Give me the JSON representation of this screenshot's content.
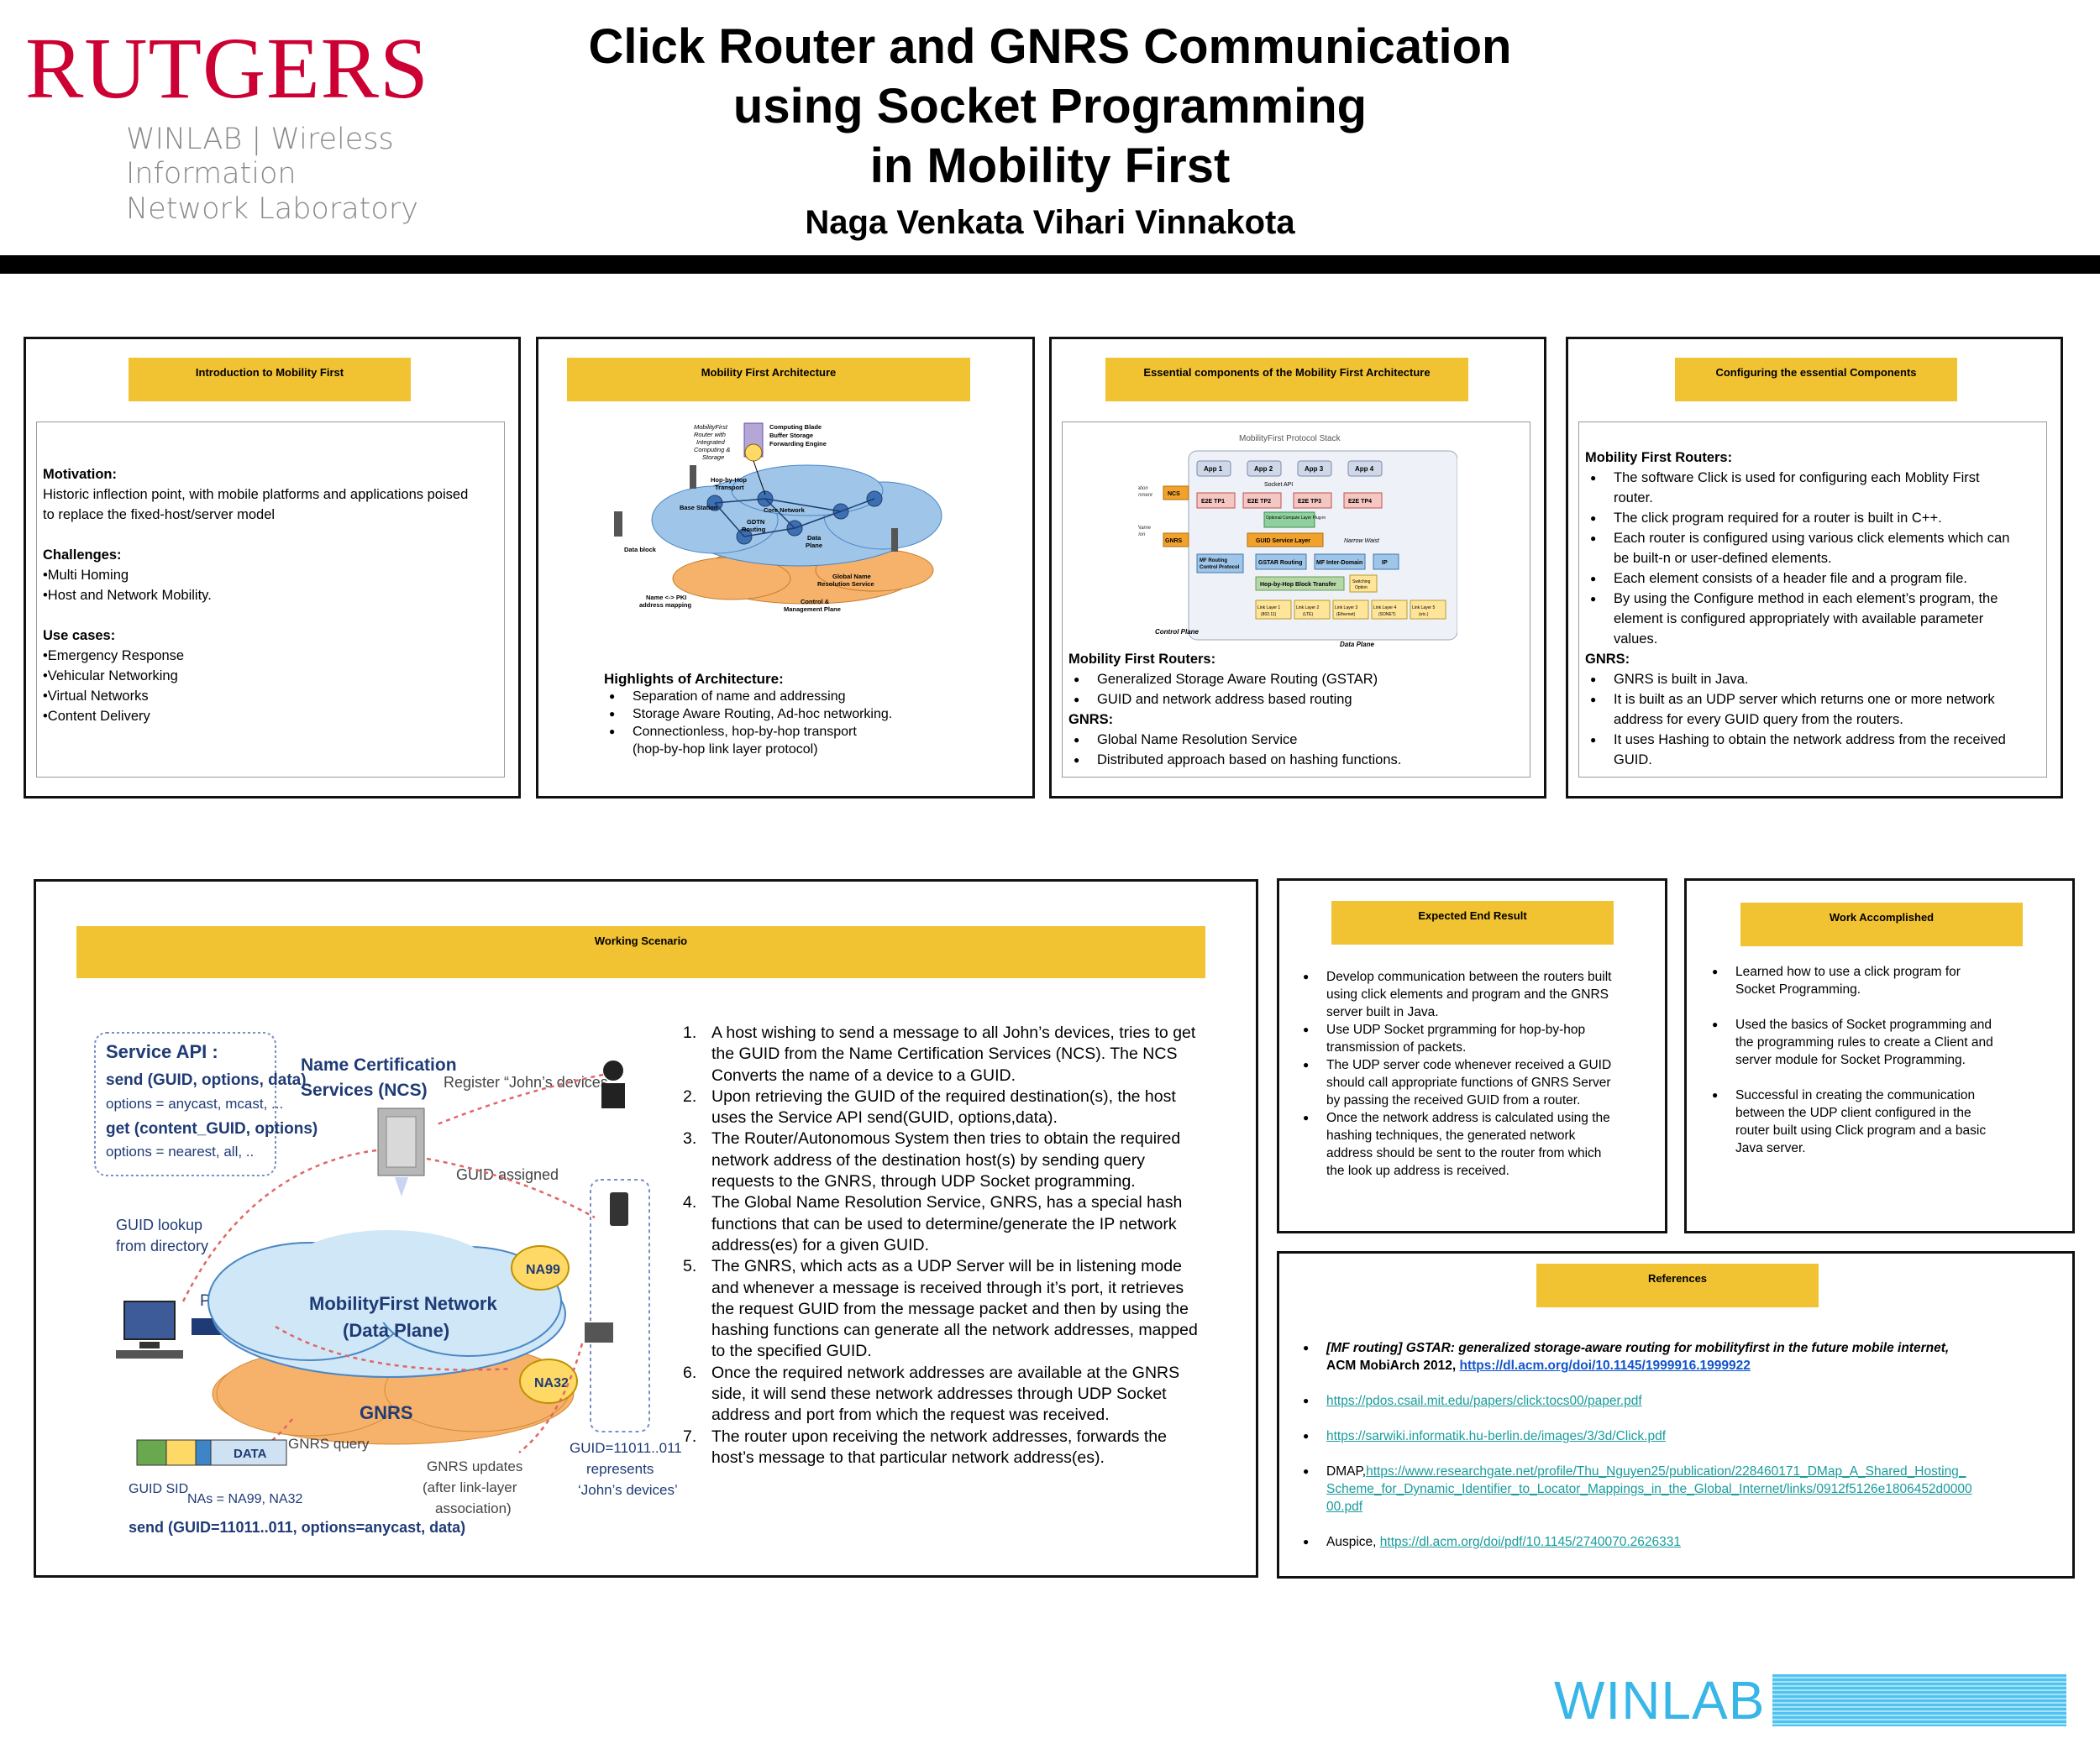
{
  "header": {
    "logo_word": "RUTGERS",
    "logo_sub_line1": "WINLAB | Wireless Information",
    "logo_sub_line2": "Network Laboratory",
    "title_line1": "Click Router and GNRS Communication",
    "title_line2": "using Socket Programming",
    "title_line3": "in Mobility First",
    "author": "Naga Venkata Vihari Vinnakota"
  },
  "colors": {
    "accent": "#f1c232",
    "brand_red": "#cc0033",
    "winlab_blue": "#38b6e8",
    "link": "#1155cc"
  },
  "intro": {
    "title": "Introduction to Mobility First",
    "motivation_head": "Motivation:",
    "motivation_text1": "Historic inflection point, with mobile platforms and applications poised",
    "motivation_text2": "to replace the fixed-host/server model",
    "challenges_head": "Challenges:",
    "challenges": [
      "•Multi Homing",
      "•Host and Network Mobility."
    ],
    "usecases_head": "Use cases:",
    "usecases": [
      "•Emergency Response",
      "•Vehicular Networking",
      "•Virtual Networks",
      "•Content Delivery"
    ]
  },
  "architecture": {
    "title": "Mobility First Architecture",
    "diagram_labels": {
      "mf_router": "MobilityFirst Router with Integrated Computing & Storage",
      "computing_blade": "Computing Blade",
      "buffer_storage": "Buffer Storage",
      "forwarding_engine": "Forwarding Engine",
      "hop_by_hop": "Hop-by-Hop Transport",
      "core_network": "Core Network",
      "base_station": "Base Station",
      "gdtn": "GDTN Routing",
      "data_plane": "Data Plane",
      "data_block": "Data block",
      "global_name": "Global Name Resolution Service",
      "name_pki": "Name <-> PKI address mapping",
      "control_mgmt": "Control & Management Plane"
    },
    "highlights_head": "Highlights of Architecture:",
    "highlights": [
      "Separation of name and addressing",
      "Storage Aware Routing, Ad-hoc networking.",
      "Connectionless, hop-by-hop transport",
      "(hop-by-hop link layer protocol)"
    ]
  },
  "essential": {
    "title": "Essential components of the Mobility First Architecture",
    "stack_title": "MobilityFirst Protocol Stack",
    "stack": {
      "apps": [
        "App 1",
        "App 2",
        "App 3",
        "App 4"
      ],
      "socket_api": "Socket API",
      "ncs": "NCS",
      "ncs_side": "Name Certification & Assignment Service",
      "e2e": [
        "E2E TP1",
        "E2E TP2",
        "E2E TP3",
        "E2E TP4"
      ],
      "optional": "Optional Compute Layer Plug-in",
      "gnrs": "GNRS",
      "gnrs_side": "Global Name Resolution Service",
      "guid_layer": "GUID Service Layer",
      "narrow_waist": "Narrow Waist",
      "mf_routing": "MF Routing Control Protocol",
      "gstar": "GSTAR Routing",
      "inter_domain": "MF Inter-Domain",
      "ip": "IP",
      "hop_block": "Hop-by-Hop Block Transfer",
      "switching": "Switching Option",
      "links": [
        "Link Layer 1 (802.11)",
        "Link Layer 2 (LTE)",
        "Link Layer 3 (Ethernet)",
        "Link Layer 4 (SONET)",
        "Link Layer 5 (etc.)"
      ],
      "control_plane": "Control Plane",
      "data_plane": "Data Plane"
    },
    "routers_head": "Mobility First Routers:",
    "routers": [
      "Generalized Storage Aware Routing (GSTAR)",
      "GUID and network address based routing"
    ],
    "gnrs_head": "GNRS:",
    "gnrs": [
      "Global Name Resolution Service",
      "Distributed approach based on hashing functions."
    ]
  },
  "configuring": {
    "title": "Configuring the essential Components",
    "routers_head": "Mobility First Routers:",
    "routers": [
      [
        "The software Click is used for configuring each Moblity First",
        "router."
      ],
      [
        "The click program required for a router is built in C++."
      ],
      [
        "Each router is configured using various click elements which can",
        "be built-n or user-defined elements."
      ],
      [
        "Each element consists of a header file and a program file."
      ],
      [
        "By using the Configure method in each element’s program, the",
        "element is configured appropriately with available parameter",
        "values."
      ]
    ],
    "gnrs_head": "GNRS:",
    "gnrs": [
      [
        "GNRS is built in Java."
      ],
      [
        "It is built as an UDP server which returns one or more network",
        "address for every GUID query from the routers."
      ],
      [
        "It uses Hashing to obtain the network address from the received",
        "GUID."
      ]
    ]
  },
  "working": {
    "title": "Working Scenario",
    "diagram": {
      "service_api": "Service API :",
      "send": "send (GUID, options, data)",
      "options1": "options = anycast, mcast, ...",
      "get": "get (content_GUID, options)",
      "options2": "options = nearest, all, ..",
      "ncs1": "Name Certification",
      "ncs2": "Services (NCS)",
      "register": "Register “John’s devices”",
      "guid_assigned": "GUID assigned",
      "guid_lookup1": "GUID lookup",
      "guid_lookup2": "from directory",
      "packet": "Packet",
      "mfn1": "MobilityFirst Network",
      "mfn2": "(Data Plane)",
      "na99": "NA99",
      "na32": "NA32",
      "gnrs": "GNRS",
      "data": "DATA",
      "guid_sid": "GUID SID",
      "nas": "NAs = NA99, NA32",
      "gnrs_query": "GNRS query",
      "gnrs_updates1": "GNRS updates",
      "gnrs_updates2": "(after link-layer",
      "gnrs_updates3": "association)",
      "guid_val1": "GUID=11011..011",
      "guid_val2": "represents",
      "guid_val3": "‘John’s devices’",
      "send_bottom": "send (GUID=11011..011, options=anycast, data)"
    },
    "steps": [
      {
        "n": "1.",
        "lines": [
          "A host wishing to send a message to all John’s devices, tries to get",
          "the GUID from the Name Certification Services (NCS). The NCS",
          "Converts the name of a device to a GUID."
        ]
      },
      {
        "n": "2.",
        "lines": [
          "Upon retrieving the GUID of the required destination(s), the host",
          "uses the Service API send(GUID, options,data)."
        ]
      },
      {
        "n": "3.",
        "lines": [
          "The Router/Autonomous System then tries to obtain the required",
          "network address of the destination host(s) by sending query",
          "requests to the GNRS, through UDP Socket programming."
        ]
      },
      {
        "n": "4.",
        "lines": [
          "The Global Name Resolution Service, GNRS, has a special hash",
          "functions that can be used to determine/generate the IP network",
          "address(es) for a given GUID."
        ]
      },
      {
        "n": "5.",
        "lines": [
          "The GNRS, which acts as a UDP Server will be in listening mode",
          "and whenever a message is received through it’s port, it retrieves",
          "the request GUID from the message packet and then by using the",
          "hashing functions can generate all the network addresses, mapped",
          "to the specified GUID."
        ]
      },
      {
        "n": "6.",
        "lines": [
          "Once the required network addresses are available at the GNRS",
          "side, it will send these network addresses through UDP Socket",
          "address and port from which the request was received."
        ]
      },
      {
        "n": "7.",
        "lines": [
          "The router upon receiving the network addresses, forwards the",
          "host’s message to that particular network address(es)."
        ]
      }
    ]
  },
  "expected": {
    "title": "Expected End Result",
    "items": [
      [
        "Develop communication between the routers built",
        "using click elements and program and the GNRS",
        "server built in Java."
      ],
      [
        "Use UDP Socket prgramming for hop-by-hop",
        "transmission of packets."
      ],
      [
        "The UDP server code whenever received a GUID",
        "should call appropriate functions of GNRS Server",
        "by passing the received GUID from a router."
      ],
      [
        "Once the network address is calculated using the",
        "hashing techniques, the generated network",
        "address should be sent to the router from which",
        "the look up address is received."
      ]
    ]
  },
  "accomplished": {
    "title": "Work Accomplished",
    "items": [
      [
        "Learned how to use a click program for",
        "Socket Programming."
      ],
      [
        "Used the basics of Socket programming and",
        "the programming rules to create a Client and",
        "server module for Socket Programming."
      ],
      [
        "Successful in creating the communication",
        "between the UDP client configured in the",
        "router built using Click program and a basic",
        "Java server."
      ]
    ]
  },
  "references": {
    "title": "References",
    "ref1_italic": "[MF routing] GSTAR: generalized storage-aware routing for mobilityfirst in the future mobile internet,",
    "ref1_plain": "ACM MobiArch 2012, ",
    "ref1_link": "https://dl.acm.org/doi/10.1145/1999916.1999922",
    "ref2": "https://pdos.csail.mit.edu/papers/click:tocs00/paper.pdf",
    "ref3": "https://sarwiki.informatik.hu-berlin.de/images/3/3d/Click.pdf",
    "ref4_prefix": "DMAP,",
    "ref4_line1": "https://www.researchgate.net/profile/Thu_Nguyen25/publication/228460171_DMap_A_Shared_Hosting_",
    "ref4_line2": "Scheme_for_Dynamic_Identifier_to_Locator_Mappings_in_the_Global_Internet/links/0912f5126e1806452d0000",
    "ref4_line3": "00.pdf",
    "ref5_prefix": "Auspice, ",
    "ref5_link": "https://dl.acm.org/doi/pdf/10.1145/2740070.2626331"
  },
  "footer": {
    "winlab": "WINLAB"
  }
}
